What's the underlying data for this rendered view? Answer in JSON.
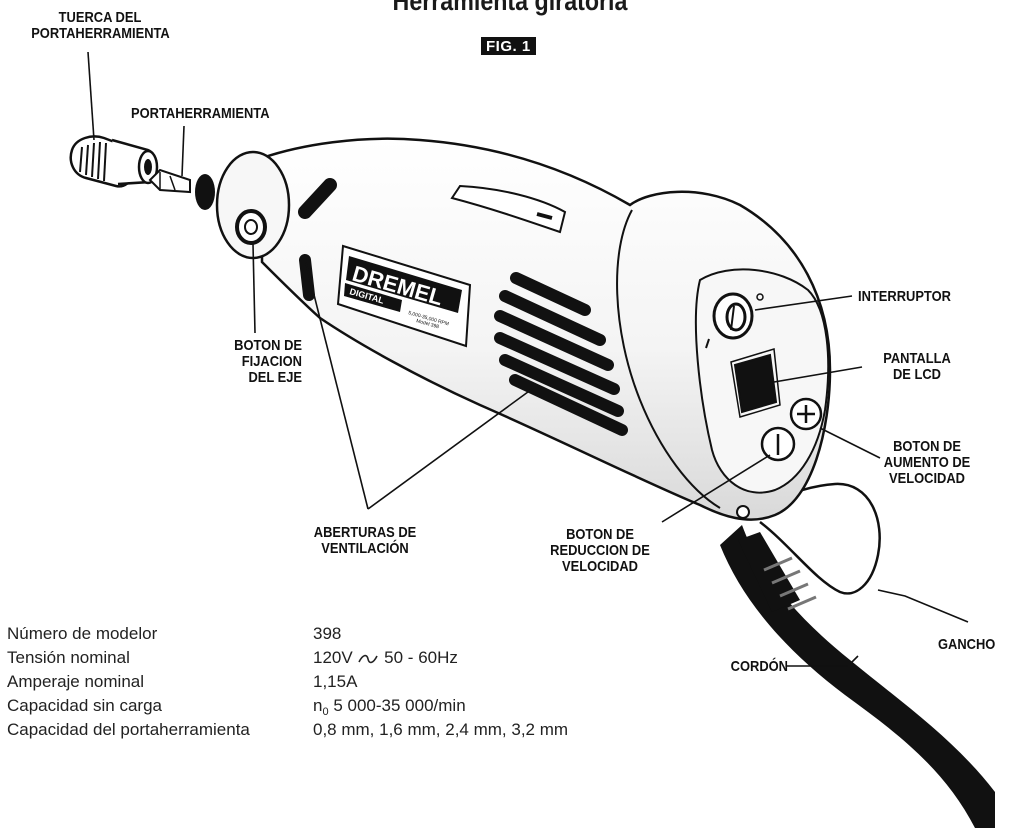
{
  "title": "Herramienta giratoria",
  "figure_label": "FIG. 1",
  "callouts": {
    "collet_nut": [
      "TUERCA DEL",
      "PORTAHERRAMIENTA"
    ],
    "collet": [
      "PORTAHERRAMIENTA"
    ],
    "shaft_lock": [
      "BOTON DE",
      "FIJACION",
      "DEL EJE"
    ],
    "vents": [
      "ABERTURAS DE",
      "VENTILACIÓN"
    ],
    "speed_down": [
      "BOTON DE",
      "REDUCCION DE",
      "VELOCIDAD"
    ],
    "switch": [
      "INTERRUPTOR"
    ],
    "lcd": [
      "PANTALLA",
      "DE LCD"
    ],
    "speed_up": [
      "BOTON DE",
      "AUMENTO DE",
      "VELOCIDAD"
    ],
    "hook": [
      "GANCHO"
    ],
    "cord": [
      "CORDÓN"
    ]
  },
  "brand_label": {
    "brand": "DREMEL",
    "sub": "DIGITAL",
    "speed_text": "5,000-35,000 RPM",
    "model_text": "Model 398"
  },
  "specs": [
    {
      "label": "Número de modelor",
      "value": "398"
    },
    {
      "label": "Tensión nominal",
      "value_pre": "120V",
      "value_post": "50 - 60Hz",
      "symbol": "ac-wave-icon"
    },
    {
      "label": "Amperaje nominal",
      "value": "1,15A"
    },
    {
      "label": "Capacidad sin carga",
      "value_prefix": "n",
      "value_sub": "0",
      "value": "5 000-35 000/min"
    },
    {
      "label": "Capacidad del portaherramienta",
      "value": "0,8 mm, 1,6 mm, 2,4 mm, 3,2 mm"
    }
  ]
}
